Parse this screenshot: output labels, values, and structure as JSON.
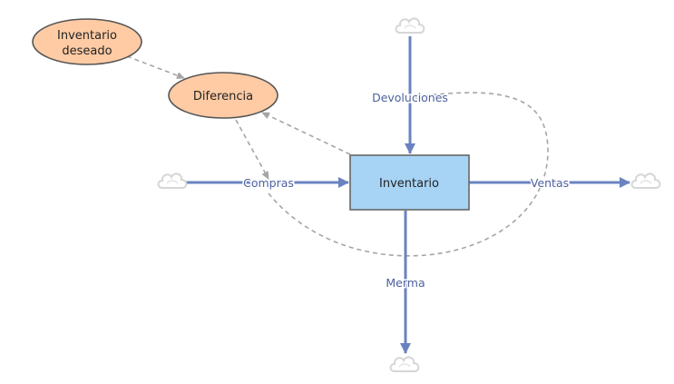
{
  "diagram": {
    "stock": {
      "label": "Inventario"
    },
    "auxiliaries": {
      "desired_inventory": {
        "line1": "Inventario",
        "line2": "deseado"
      },
      "difference": {
        "label": "Diferencia"
      }
    },
    "flows": {
      "purchases": {
        "label": "Compras"
      },
      "returns": {
        "label": "Devoluciones"
      },
      "sales": {
        "label": "Ventas"
      },
      "shrinkage": {
        "label": "Merma"
      }
    },
    "clouds": [
      "cloud-icon",
      "cloud-icon",
      "cloud-icon",
      "cloud-icon"
    ]
  },
  "colors": {
    "stock_fill": "#a7d3f5",
    "stock_border": "#666666",
    "aux_fill": "#ffcba4",
    "aux_border": "#555555",
    "flow": "#6a83c0",
    "flow_label": "#4e619e",
    "link": "#a5a5a5",
    "cloud": "#d6d6d6"
  }
}
